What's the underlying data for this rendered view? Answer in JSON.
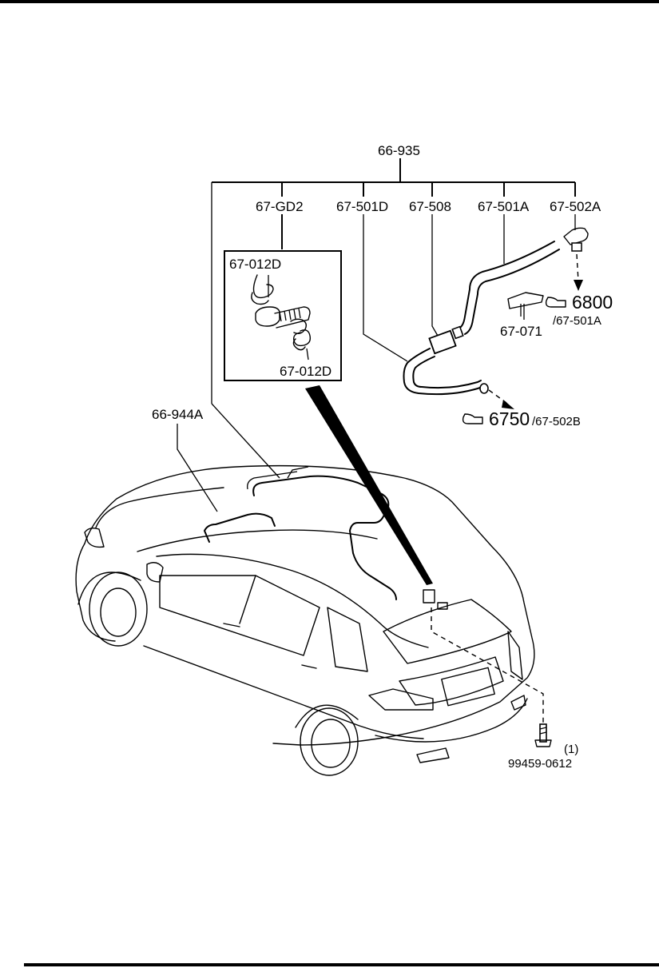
{
  "labels": {
    "assembly": "66-935",
    "gd2": "67-GD2",
    "hose_d": "67-501D",
    "joint": "67-508",
    "hose_a": "67-501A",
    "nozzle_end": "67-502A",
    "clip_top": "67-012D",
    "clip_bottom": "67-012D",
    "clip_071": "67-071",
    "wiring": "66-944A",
    "bolt": "99459-0612",
    "bolt_qty": "(1)"
  },
  "refs": {
    "ref_6800_num": "6800",
    "ref_6800_sub": "/67-501A",
    "ref_6750_num": "6750",
    "ref_6750_sub": "/67-502B"
  },
  "icons": [
    "pointing-hand-icon"
  ],
  "colors": {
    "ink": "#000000",
    "paper": "#ffffff"
  }
}
